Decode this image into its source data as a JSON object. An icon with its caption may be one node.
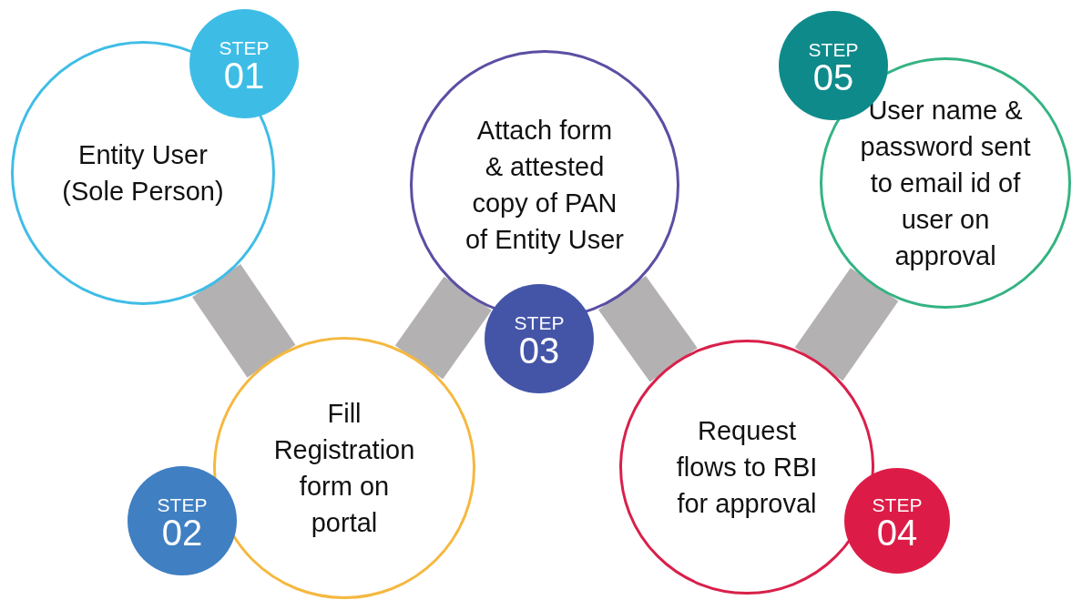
{
  "diagram": {
    "nodes": [
      {
        "text": [
          "Entity User (Sole Person)"
        ]
      },
      {
        "text": [
          "STEP",
          "01"
        ]
      },
      {
        "text": [
          "Fill Registration form on portal"
        ]
      },
      {
        "text": [
          "STEP",
          "02"
        ]
      },
      {
        "text": [
          "Attach form & attested copy of PAN of Entity User"
        ]
      },
      {
        "text": [
          "STEP",
          "03"
        ]
      },
      {
        "text": [
          "Request flows to RBI for approval"
        ]
      },
      {
        "text": [
          "STEP",
          "04"
        ]
      },
      {
        "text": [
          "User name & password sent to email id of user on approval"
        ]
      },
      {
        "text": [
          "STEP",
          "05"
        ]
      }
    ],
    "edges": [
      {
        "from": 0,
        "to": 2,
        "arrow": "none"
      },
      {
        "from": 2,
        "to": 4,
        "arrow": "none"
      },
      {
        "from": 4,
        "to": 6,
        "arrow": "none"
      },
      {
        "from": 6,
        "to": 8,
        "arrow": "none"
      }
    ]
  }
}
